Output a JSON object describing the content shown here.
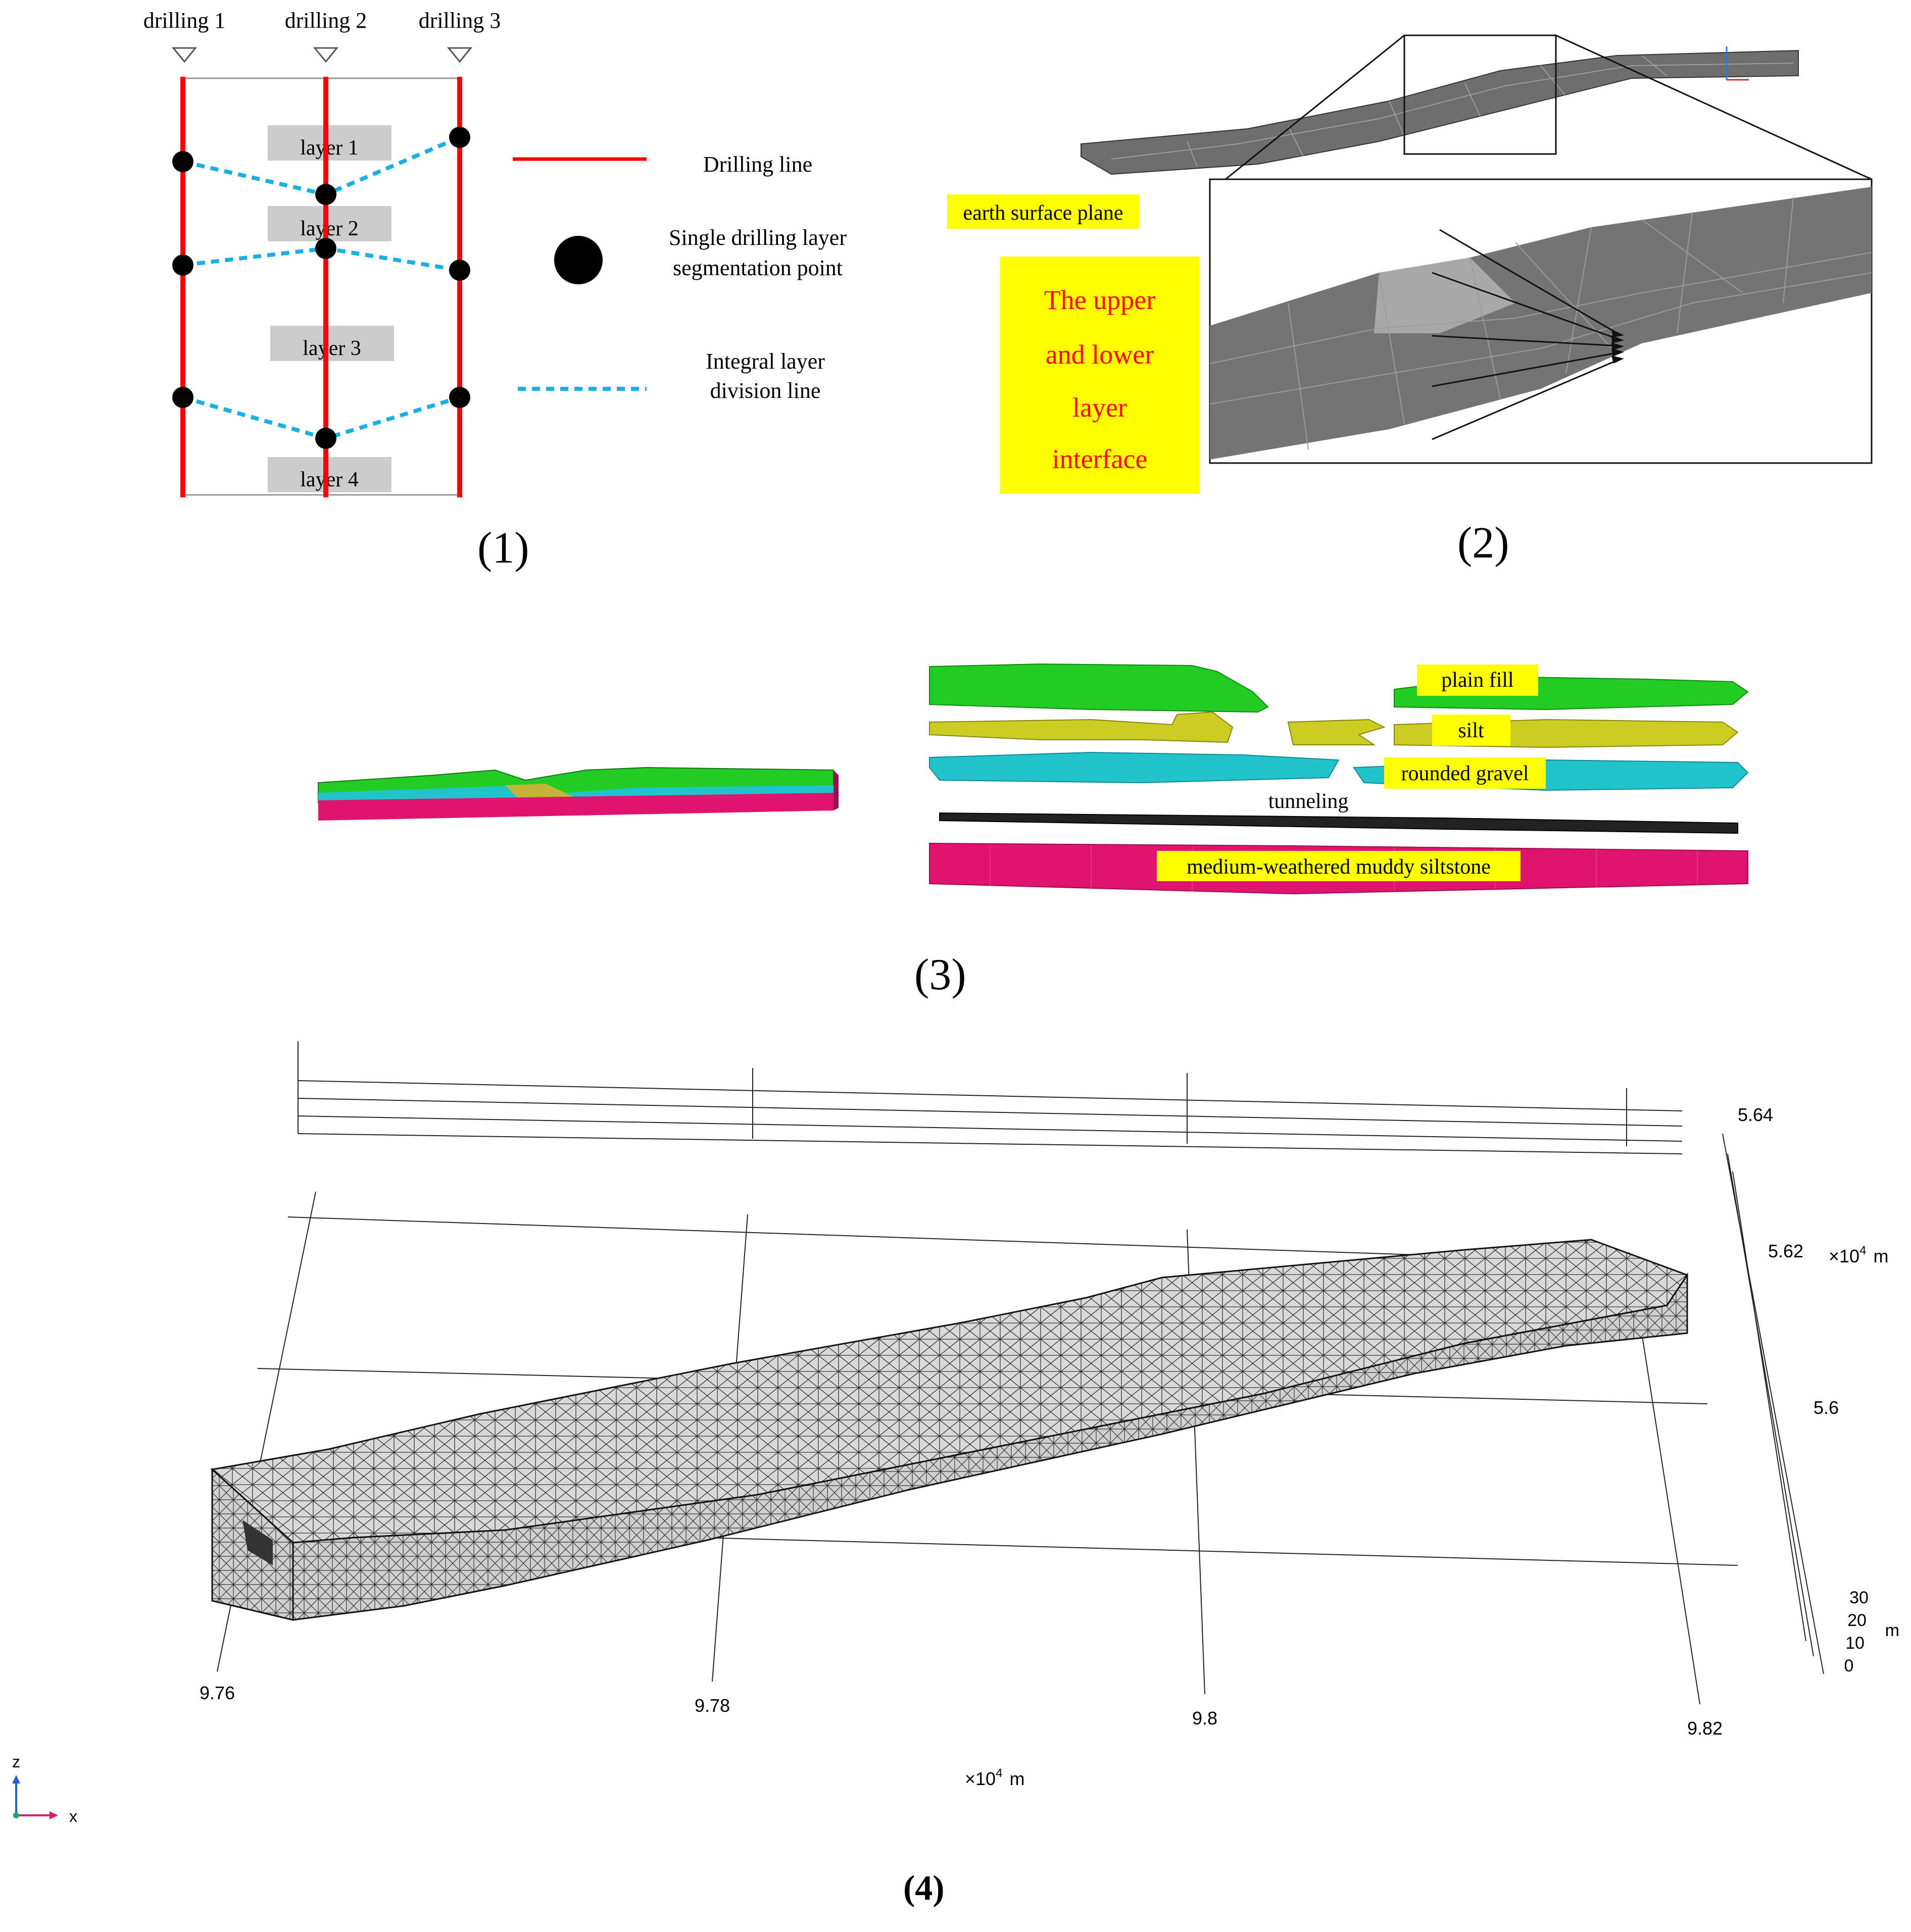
{
  "panel1": {
    "caption": "(1)",
    "drillings": [
      "drilling 1",
      "drilling 2",
      "drilling 3"
    ],
    "layers": [
      "layer 1",
      "layer 2",
      "layer 3",
      "layer 4"
    ],
    "legend": {
      "drilling_line": "Drilling line",
      "point_line1": "Single drilling layer",
      "point_line2": "segmentation point",
      "division_line1": "Integral layer",
      "division_line2": "division line"
    },
    "colors": {
      "drilling": "#ff0000",
      "division": "#1ab0e6",
      "point": "#000000"
    }
  },
  "panel2": {
    "caption": "(2)",
    "label_surface": "earth surface plane",
    "label_interface": [
      "The upper",
      "and lower",
      "layer",
      "interface"
    ],
    "colors": {
      "highlight": "#ffff00",
      "interface_text": "#ff0000",
      "model": "#6b6b6b"
    }
  },
  "panel3": {
    "caption": "(3)",
    "labels": {
      "plain_fill": "plain fill",
      "silt": "silt",
      "rounded_gravel": "rounded gravel",
      "tunneling": "tunneling",
      "siltstone": "medium-weathered muddy siltstone"
    },
    "colors": {
      "plain_fill": "#22cc22",
      "silt": "#cccc22",
      "rounded_gravel": "#22c4cc",
      "tunnel": "#222222",
      "siltstone": "#e0146e"
    }
  },
  "panel4": {
    "caption": "(4)",
    "x_ticks": [
      "9.76",
      "9.78",
      "9.8",
      "9.82"
    ],
    "x_unit": "×10",
    "x_unit_exp": "4",
    "x_unit_m": "m",
    "y_ticks": [
      "5.64",
      "5.62",
      "5.6"
    ],
    "y_unit": "×10",
    "y_unit_exp": "4",
    "y_unit_m": "m",
    "z_ticks": [
      "30",
      "20",
      "10",
      "0"
    ],
    "z_unit": "m",
    "axis_z": "z",
    "axis_x": "x"
  }
}
